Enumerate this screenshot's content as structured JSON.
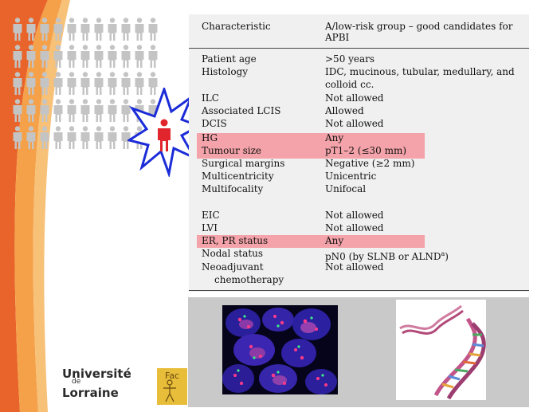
{
  "table": {
    "header_col1": "Characteristic",
    "header_col2": "A/low-risk group – good candidates for APBI",
    "rows": [
      {
        "c1": "Patient age",
        "c2": ">50 years"
      },
      {
        "c1": "Histology",
        "c2": "IDC, mucinous, tubular, medullary, and"
      },
      {
        "c1": "",
        "c2": "colloid cc."
      },
      {
        "c1": "ILC",
        "c2": "Not allowed"
      },
      {
        "c1": "Associated LCIS",
        "c2": "Allowed"
      },
      {
        "c1": "DCIS",
        "c2": "Not allowed"
      },
      {
        "c1": "HG",
        "c2": "Any"
      },
      {
        "c1": "Tumour size",
        "c2": "pT1–2 (≤30 mm)"
      },
      {
        "c1": "Surgical margins",
        "c2": "Negative (≥2 mm)"
      },
      {
        "c1": "Multicentricity",
        "c2": "Unicentric"
      },
      {
        "c1": "Multifocality",
        "c2": "Unifocal"
      },
      {
        "c1": "EIC",
        "c2": "Not allowed"
      },
      {
        "c1": "LVI",
        "c2": "Not allowed"
      },
      {
        "c1": "ER, PR status",
        "c2": "Any"
      },
      {
        "c1": "Nodal status",
        "c2": "pN0 (by SLNB or ALND",
        "sup": "a",
        "after": ")"
      },
      {
        "c1": "Neoadjuvant",
        "c2": "Not allowed"
      },
      {
        "c1": "    chemotherapy",
        "c2": ""
      }
    ]
  },
  "logos": {
    "university_line1": "Université",
    "university_de": "de",
    "university_line2": "Lorraine",
    "faculty_partial": "Fac"
  },
  "colors": {
    "highlight": "#f3a3a9",
    "accent_orange": "#e8642a",
    "university_red": "#9b1c20"
  }
}
